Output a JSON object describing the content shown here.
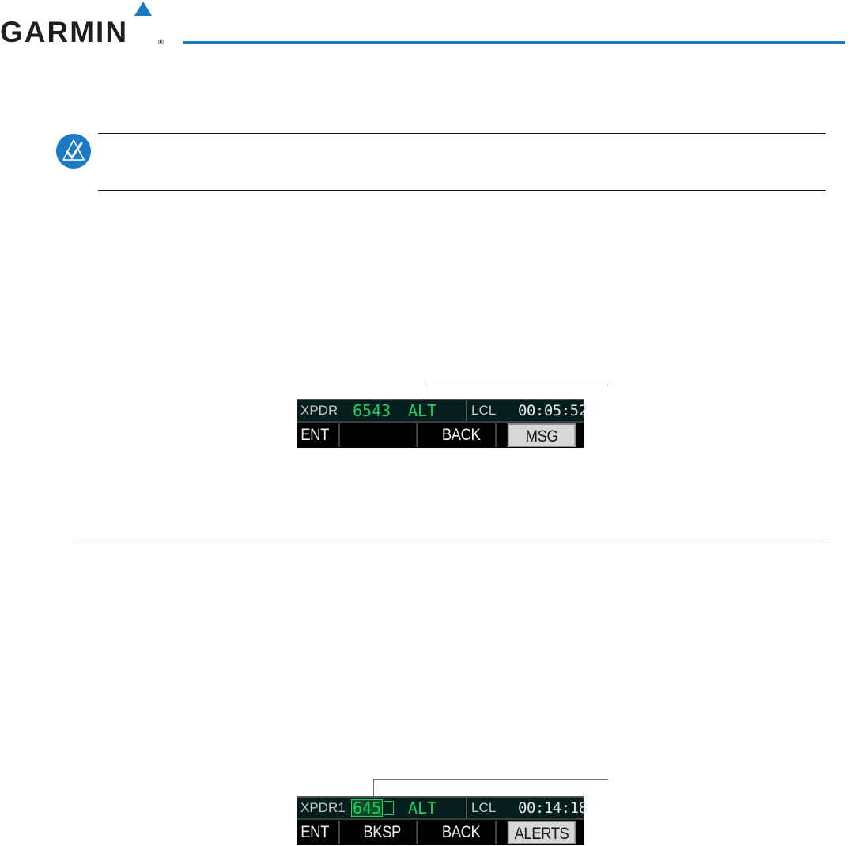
{
  "header": {
    "logo": "GARMIN",
    "logo_reg": "®",
    "accent_color": "#1979c2"
  },
  "note": {
    "icon": "note-check-icon"
  },
  "figure1": {
    "top_bar": {
      "label": "XPDR",
      "code": "6543",
      "mode": "ALT",
      "time_label": "LCL",
      "time": "00:05:52"
    },
    "softkeys": [
      "ENT",
      "",
      "BACK",
      "MSG"
    ],
    "highlighted_key": "MSG"
  },
  "figure2": {
    "top_bar": {
      "label": "XPDR1",
      "code_entered": "645",
      "mode": "ALT",
      "time_label": "LCL",
      "time": "00:14:18"
    },
    "softkeys": [
      "ENT",
      "BKSP",
      "BACK",
      "ALERTS"
    ],
    "highlighted_key": "ALERTS"
  }
}
